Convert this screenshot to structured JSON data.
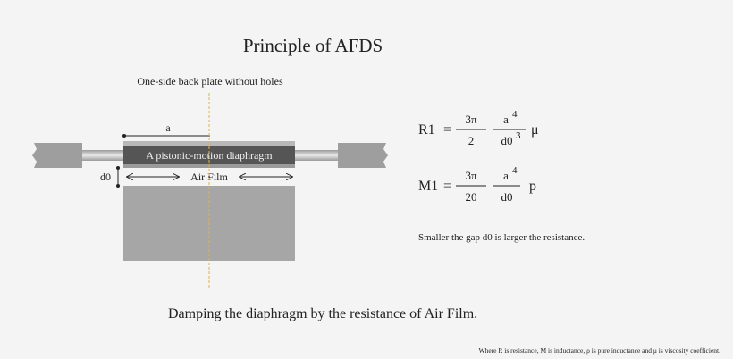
{
  "title": "Principle of AFDS",
  "caption_top": "One-side back plate without holes",
  "label_a": "a",
  "label_d0": "d0",
  "diaphragm_label": "A pistonic-motion diaphragm",
  "air_film_label": "Air Film",
  "eq1": {
    "lhs": "R1",
    "equals": "=",
    "num1": "3π",
    "den1": "2",
    "num2": "a",
    "num2_exp": "4",
    "den2": "d0",
    "den2_exp": "3",
    "factor": "μ"
  },
  "eq2": {
    "lhs": "M1",
    "equals": "=",
    "num1": "3π",
    "den1": "20",
    "num2": "a",
    "num2_exp": "4",
    "den2": "d0",
    "factor": "p"
  },
  "note": "Smaller the gap d0 is larger the resistance.",
  "bottom_caption": "Damping the diaphragm by the resistance of Air Film.",
  "footnote": "Where R is resistance, M is inductance, ρ is pure inductance and μ is viscosity coefficient.",
  "colors": {
    "background": "#f4f4f4",
    "diaphragm": "#555555",
    "backplate": "#a6a6a6",
    "frame": "#999999",
    "centerline": "#e0b24a"
  }
}
